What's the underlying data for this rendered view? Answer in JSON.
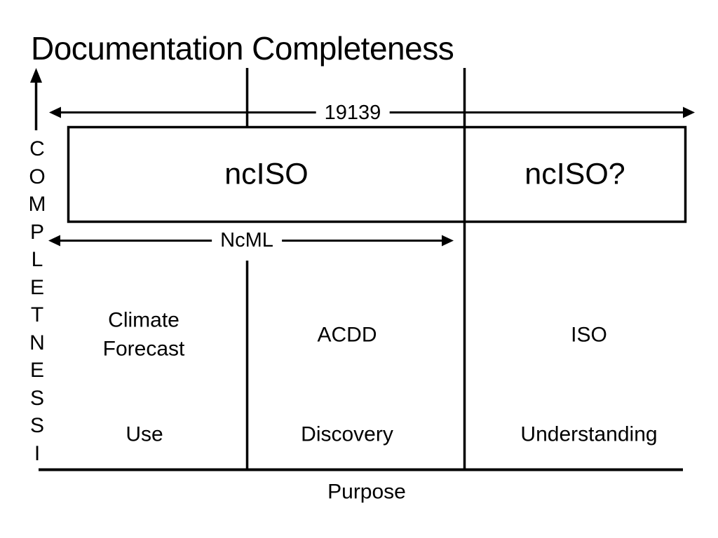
{
  "title": "Documentation Completeness",
  "y_axis": {
    "letters": [
      "C",
      "O",
      "M",
      "P",
      "L",
      "E",
      "T",
      "N",
      "E",
      "S",
      "S",
      "I"
    ]
  },
  "x_axis": {
    "label": "Purpose"
  },
  "extent_arrows": {
    "iso19139_label": "19139",
    "ncml_label": "NcML"
  },
  "box": {
    "left_label": "ncISO",
    "right_label": "ncISO?"
  },
  "columns": [
    {
      "standard_line1": "Climate",
      "standard_line2": "Forecast",
      "purpose": "Use"
    },
    {
      "standard_line1": "ACDD",
      "purpose": "Discovery"
    },
    {
      "standard_line1": "ISO",
      "purpose": "Understanding"
    }
  ],
  "colors": {
    "ink": "#000000",
    "background": "#ffffff"
  }
}
